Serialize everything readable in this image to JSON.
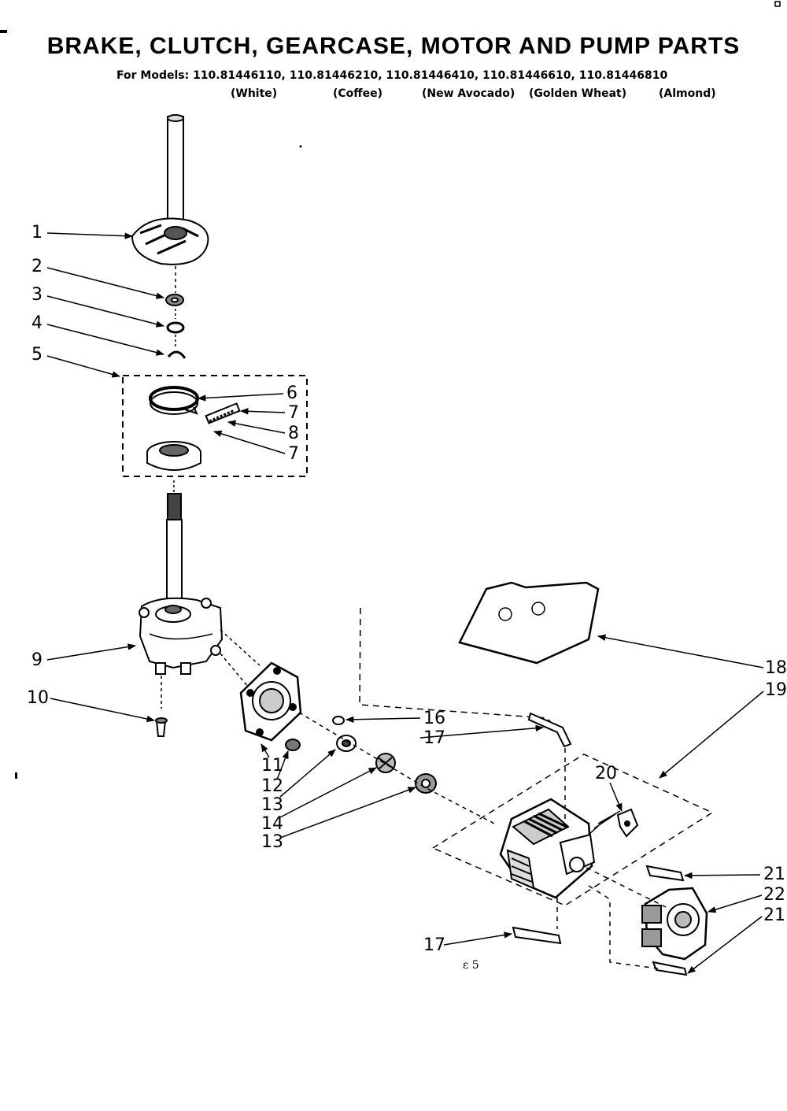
{
  "header": {
    "title": "BRAKE, CLUTCH, GEARCASE, MOTOR AND PUMP PARTS",
    "models_line": "For Models: 110.81446110, 110.81446210, 110.81446410, 110.81446610, 110.81446810",
    "colors": [
      "(White)",
      "(Coffee)",
      "(New Avocado)",
      "(Golden Wheat)",
      "(Almond)"
    ]
  },
  "callouts": [
    "1",
    "2",
    "3",
    "4",
    "5",
    "6",
    "7",
    "8",
    "7",
    "9",
    "10",
    "11",
    "12",
    "13",
    "14",
    "13",
    "16",
    "17",
    "18",
    "19",
    "20",
    "21",
    "22",
    "21",
    "17"
  ],
  "page_mark": "ε 5"
}
